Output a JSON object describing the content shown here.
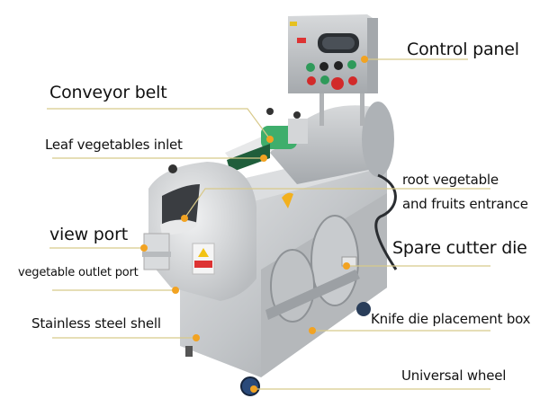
{
  "diagram": {
    "subject": "Vegetable cutting machine",
    "colors": {
      "leader_line": "#d8c98a",
      "leader_dot": "#f2a322",
      "steel": "#c9cbcd",
      "steel_dark": "#9ea2a6",
      "belt_green": "#2f9a5a",
      "button_green": "#2f9a5a",
      "button_red": "#d22a2a"
    },
    "labels": [
      {
        "id": "control-panel",
        "text": "Control panel"
      },
      {
        "id": "conveyor-belt",
        "text": "Conveyor belt"
      },
      {
        "id": "leaf-vegetables-inlet",
        "text": "Leaf vegetables inlet"
      },
      {
        "id": "root-vegetable-1",
        "text": "root vegetable"
      },
      {
        "id": "root-vegetable-2",
        "text": "and fruits entrance"
      },
      {
        "id": "view-port",
        "text": "view port"
      },
      {
        "id": "spare-cutter-die",
        "text": "Spare cutter die"
      },
      {
        "id": "vegetable-outlet-port",
        "text": "vegetable outlet port"
      },
      {
        "id": "knife-die-placement-box",
        "text": "Knife die placement box"
      },
      {
        "id": "stainless-steel-shell",
        "text": "Stainless steel shell"
      },
      {
        "id": "universal-wheel",
        "text": "Universal wheel"
      }
    ]
  }
}
